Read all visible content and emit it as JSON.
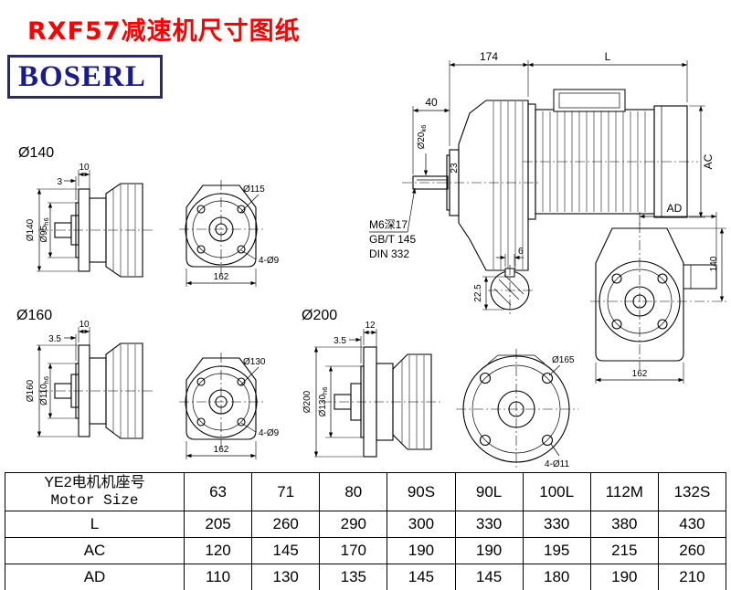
{
  "colors": {
    "title_red": "#fe0000",
    "logo_blue": "#1a1c8e",
    "logo_border": "#2b2b66",
    "line_black": "#000000"
  },
  "header": {
    "title": "RXF57减速机尺寸图纸",
    "logo_text": "BOSERL"
  },
  "views": {
    "flange140_side": {
      "label": "Ø140",
      "dim_thickness": "10",
      "dim_spigot_depth": "3",
      "dim_outer": "Ø140",
      "dim_spigot": "Ø95",
      "dim_spigot_tol": "h6"
    },
    "flange140_front": {
      "dim_flange": "Ø115",
      "dim_holes": "4-Ø9",
      "dim_width": "162"
    },
    "main_side": {
      "dim_gearbox_length": "174",
      "dim_motor_length": "L",
      "dim_shaft_length": "40",
      "dim_shaft_dia": "Ø20",
      "dim_shaft_tol": "k6",
      "dim_hub": "23",
      "dim_motor_height": "AC",
      "tap_thread": "M6深17",
      "tap_std1": "GB/T 145",
      "tap_std2": "DIN 332",
      "key_width": "6",
      "key_depth": "22.5"
    },
    "right_front": {
      "dim_ad": "AD",
      "dim_height": "140",
      "dim_width": "162"
    },
    "flange160_side": {
      "label": "Ø160",
      "dim_thickness": "10",
      "dim_spigot_depth": "3.5",
      "dim_outer": "Ø160",
      "dim_spigot": "Ø110",
      "dim_spigot_tol": "h6"
    },
    "flange160_front": {
      "dim_flange": "Ø130",
      "dim_holes": "4-Ø9",
      "dim_width": "162"
    },
    "flange200_side": {
      "label": "Ø200",
      "dim_thickness": "12",
      "dim_spigot_depth": "3.5",
      "dim_outer": "Ø200",
      "dim_spigot": "Ø130",
      "dim_spigot_tol": "h6"
    },
    "flange200_front": {
      "dim_bolt_circle": "Ø165",
      "dim_holes": "4-Ø11"
    }
  },
  "table": {
    "header_line1": "YE2电机机座号",
    "header_line2": "Motor Size",
    "columns": [
      "63",
      "71",
      "80",
      "90S",
      "90L",
      "100L",
      "112M",
      "132S"
    ],
    "rows": [
      {
        "label": "L",
        "values": [
          "205",
          "260",
          "290",
          "300",
          "330",
          "330",
          "380",
          "430"
        ]
      },
      {
        "label": "AC",
        "values": [
          "120",
          "145",
          "170",
          "190",
          "190",
          "195",
          "215",
          "260"
        ]
      },
      {
        "label": "AD",
        "values": [
          "110",
          "130",
          "135",
          "145",
          "145",
          "180",
          "190",
          "210"
        ]
      }
    ]
  }
}
